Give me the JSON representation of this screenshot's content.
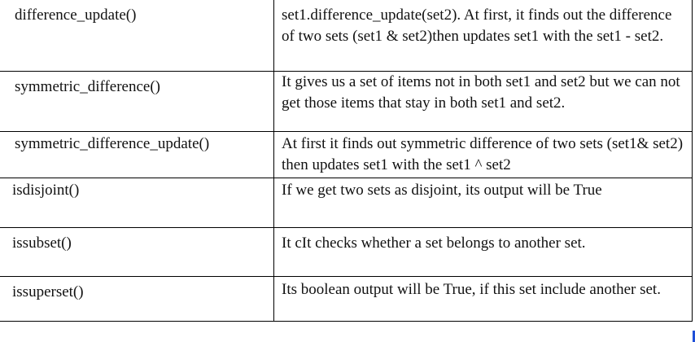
{
  "rows": [
    {
      "method": "difference_update()",
      "description": "set1.difference_update(set2). At first, it finds out the difference of two sets (set1 & set2)then updates set1 with the set1 - set2."
    },
    {
      "method": "symmetric_difference()",
      "description": "It gives us a set of items not in both set1 and set2 but we can not get those items that stay in both set1 and set2."
    },
    {
      "method": "symmetric_difference_update()",
      "description": "At first it finds out symmetric difference of two sets (set1& set2) then updates set1 with the set1 ^ set2"
    },
    {
      "method": "isdisjoint()",
      "description": "If we get two sets as disjoint, its output will be True"
    },
    {
      "method": "issubset()",
      "description": "It cIt checks whether a set belongs to another set."
    },
    {
      "method": "issuperset()",
      "description": "Its boolean output  will be True, if this set include another set."
    }
  ]
}
